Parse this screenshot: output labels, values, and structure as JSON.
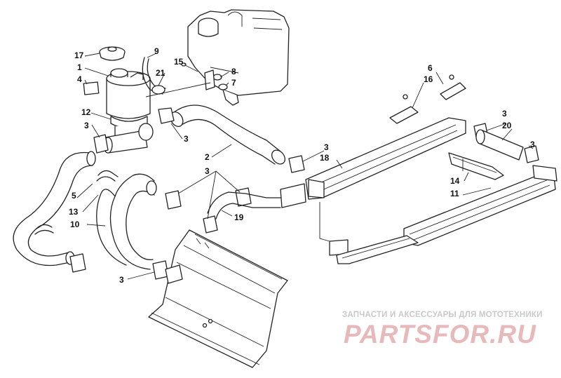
{
  "callouts": {
    "c1": "1",
    "c2": "2",
    "c3a": "3",
    "c3b": "3",
    "c3c": "3",
    "c3d": "3",
    "c3e": "3",
    "c3f": "3",
    "c3g": "3",
    "c4": "4",
    "c5": "5",
    "c6": "6",
    "c7": "7",
    "c8": "8",
    "c9": "9",
    "c10": "10",
    "c11": "11",
    "c12": "12",
    "c13": "13",
    "c14": "14",
    "c15": "15",
    "c16": "16",
    "c17": "17",
    "c18": "18",
    "c19": "19",
    "c20": "20",
    "c21": "21"
  },
  "watermark": {
    "subtitle": "ЗАПЧАСТИ И АКСЕССУАРЫ ДЛЯ МОТОТЕХНИКИ",
    "logo": "PARTSFOR.RU"
  }
}
